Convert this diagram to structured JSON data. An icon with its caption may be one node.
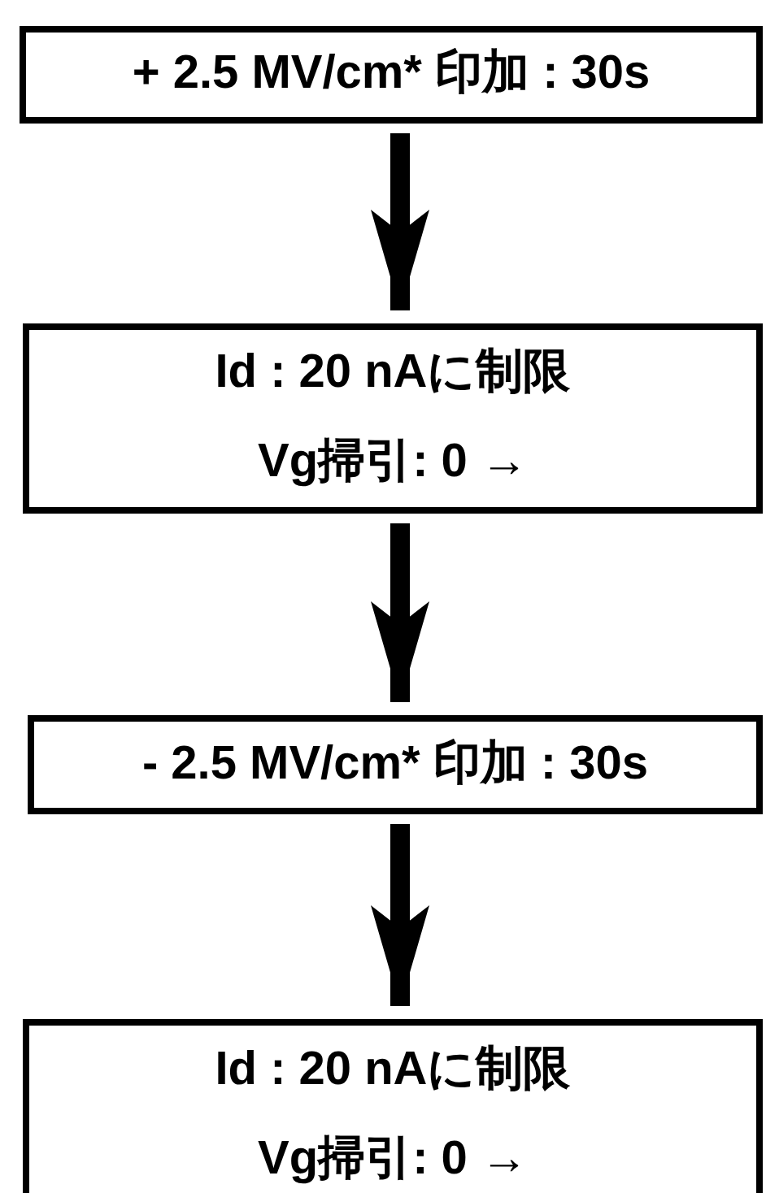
{
  "diagram": {
    "nodes": [
      {
        "text": [
          "+ 2.5 MV/cm* 印加 : 30s"
        ]
      },
      {
        "text": [
          "Id : 20 nAに制限",
          "Vg掃引: 0 →"
        ]
      },
      {
        "text": [
          "- 2.5 MV/cm* 印加 : 30s"
        ]
      },
      {
        "text": [
          "Id : 20 nAに制限",
          "Vg掃引: 0 →"
        ]
      }
    ],
    "edges": [
      {
        "from": 0,
        "to": 1,
        "arrow": "to"
      },
      {
        "from": 1,
        "to": 2,
        "arrow": "to"
      },
      {
        "from": 2,
        "to": 3,
        "arrow": "to"
      }
    ]
  }
}
